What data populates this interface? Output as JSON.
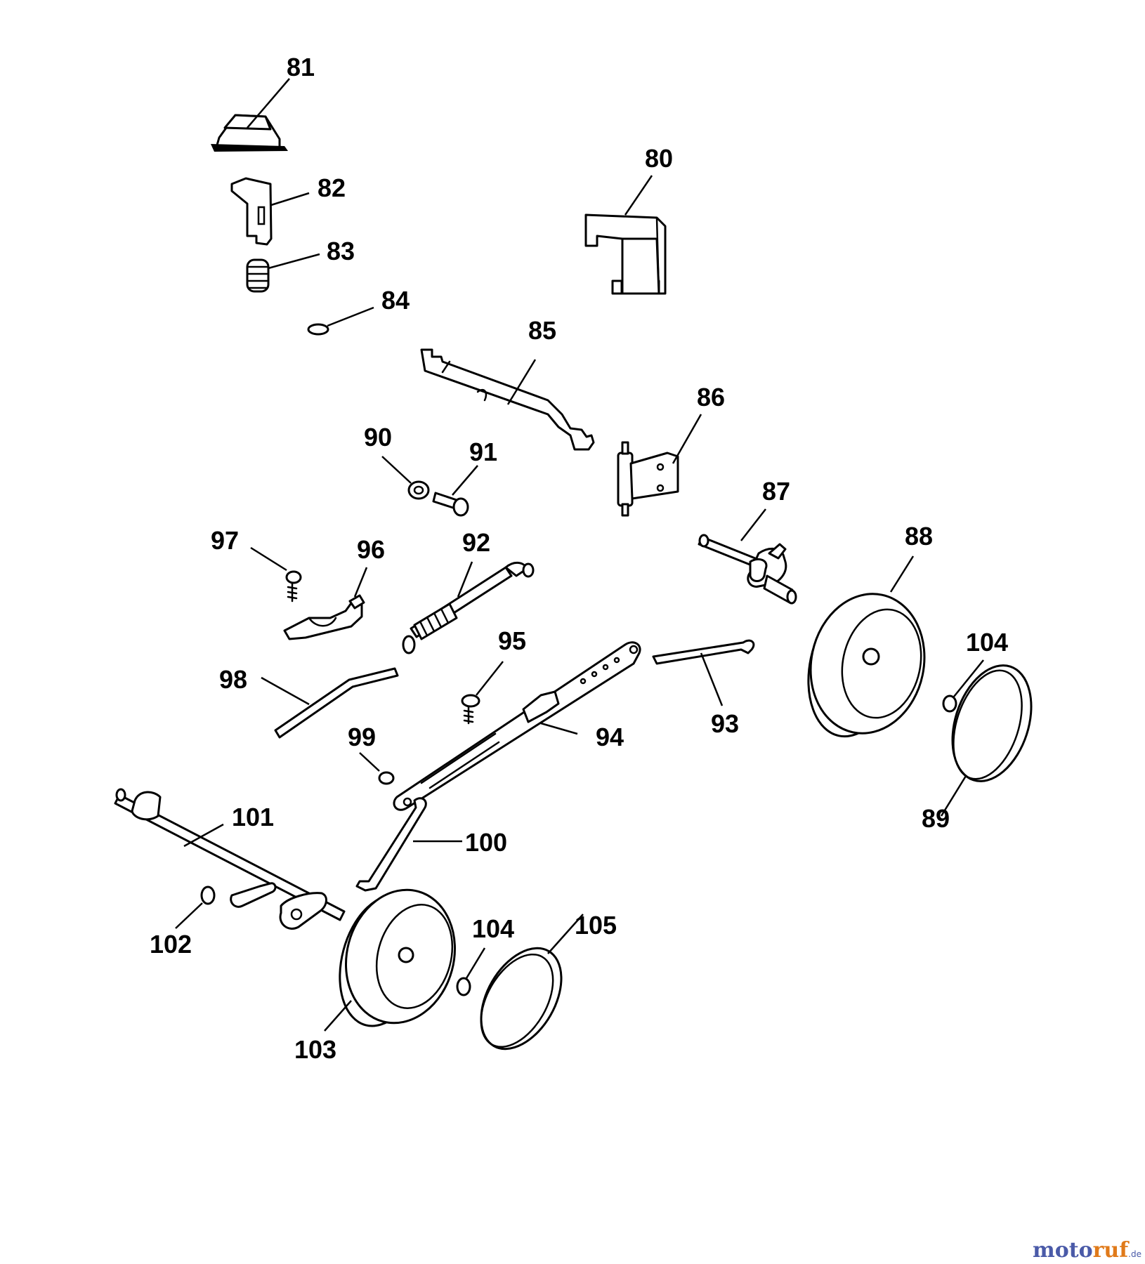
{
  "labels": {
    "p80": "80",
    "p81": "81",
    "p82": "82",
    "p83": "83",
    "p84": "84",
    "p85": "85",
    "p86": "86",
    "p87": "87",
    "p88": "88",
    "p89": "89",
    "p90": "90",
    "p91": "91",
    "p92": "92",
    "p93": "93",
    "p94": "94",
    "p95": "95",
    "p96": "96",
    "p97": "97",
    "p98": "98",
    "p99": "99",
    "p100": "100",
    "p101": "101",
    "p102": "102",
    "p103": "103",
    "p104a": "104",
    "p104b": "104",
    "p105": "105"
  },
  "watermark": {
    "part1": "moto",
    "part2": "ruf",
    "suffix": ".de"
  }
}
